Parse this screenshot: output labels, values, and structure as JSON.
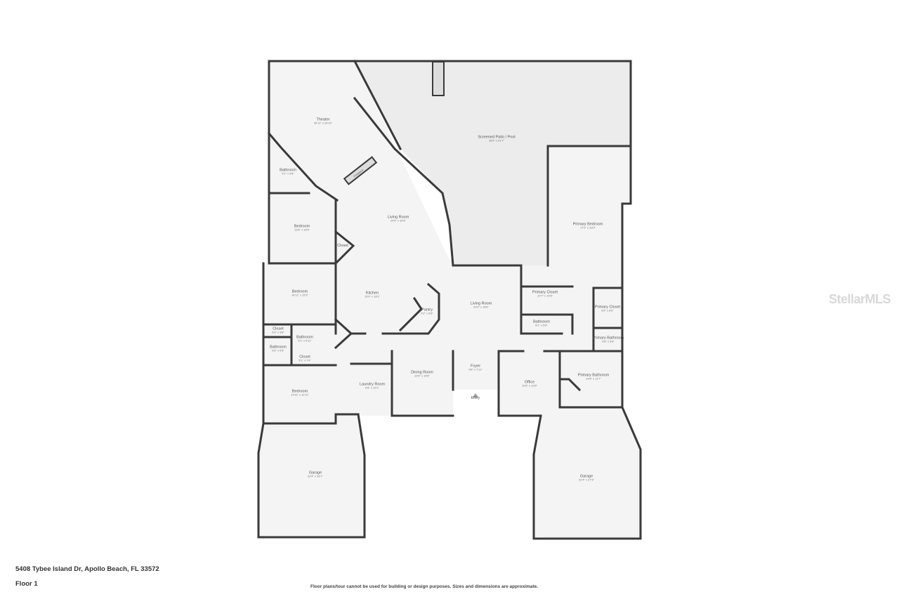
{
  "address": "5408 Tybee Island Dr, Apollo Beach, FL 33572",
  "floor": "Floor 1",
  "disclaimer": "Floor plans/tour cannot be used for building or design purposes. Sizes and dimensions are approximate.",
  "watermark": "StellarMLS",
  "fireplace_label": "Fireplace",
  "colors": {
    "wall": "#3a3a3a",
    "floor": "#f4f4f4",
    "patio": "#ececec",
    "window": "#c8c8c8"
  },
  "rooms": [
    {
      "name": "Theater",
      "dims": "26'11\" x 29'10\""
    },
    {
      "name": "Screened Patio / Pool",
      "dims": "38'9\" x 61'7\""
    },
    {
      "name": "Bathroom",
      "dims": "9'1\" x 9'8\""
    },
    {
      "name": "Living Room",
      "dims": "24'6\" x 30'5\""
    },
    {
      "name": "Bedroom",
      "dims": "13'8\" x 16'5\""
    },
    {
      "name": "Closet",
      "dims": ""
    },
    {
      "name": "Primary Bedroom",
      "dims": "17'2\" x 33'9\""
    },
    {
      "name": "Bedroom",
      "dims": "14'11\" x 12'9\""
    },
    {
      "name": "Kitchen",
      "dims": "10'0\" x 18'1\""
    },
    {
      "name": "Pantry",
      "dims": "9'2\" x 6'6\""
    },
    {
      "name": "Living Room",
      "dims": "20'0\" x 18'6\""
    },
    {
      "name": "Primary Closet",
      "dims": "10'7\" x 10'8\""
    },
    {
      "name": "Primary Closet",
      "dims": "6'6\" x 8'5\""
    },
    {
      "name": "Bathroom",
      "dims": "8'1\" x 5'6\""
    },
    {
      "name": "Primary Bathroom",
      "dims": "6'8\" x 6'8\""
    },
    {
      "name": "Closet",
      "dims": "5'9\" x 3'8\""
    },
    {
      "name": "Bathroom",
      "dims": "5'1\" x 5'11\""
    },
    {
      "name": "Bathroom",
      "dims": "5'9\" x 5'9\""
    },
    {
      "name": "Closet",
      "dims": "5'1\" x 7'4\""
    },
    {
      "name": "Bedroom",
      "dims": "14'11\" x 11'11\""
    },
    {
      "name": "Laundry Room",
      "dims": "8'8\" x 10'1\""
    },
    {
      "name": "Dining Room",
      "dims": "13'6\" x 15'6\""
    },
    {
      "name": "Foyer",
      "dims": "9'8\" x 7'11\""
    },
    {
      "name": "Entry",
      "dims": ""
    },
    {
      "name": "Office",
      "dims": "10'5\" x 13'5\""
    },
    {
      "name": "Primary Bathroom",
      "dims": "14'8\" x 11'7\""
    },
    {
      "name": "Garage",
      "dims": "22'4\" x 26'7\""
    },
    {
      "name": "Garage",
      "dims": "22'4\" x 27'3\""
    }
  ]
}
